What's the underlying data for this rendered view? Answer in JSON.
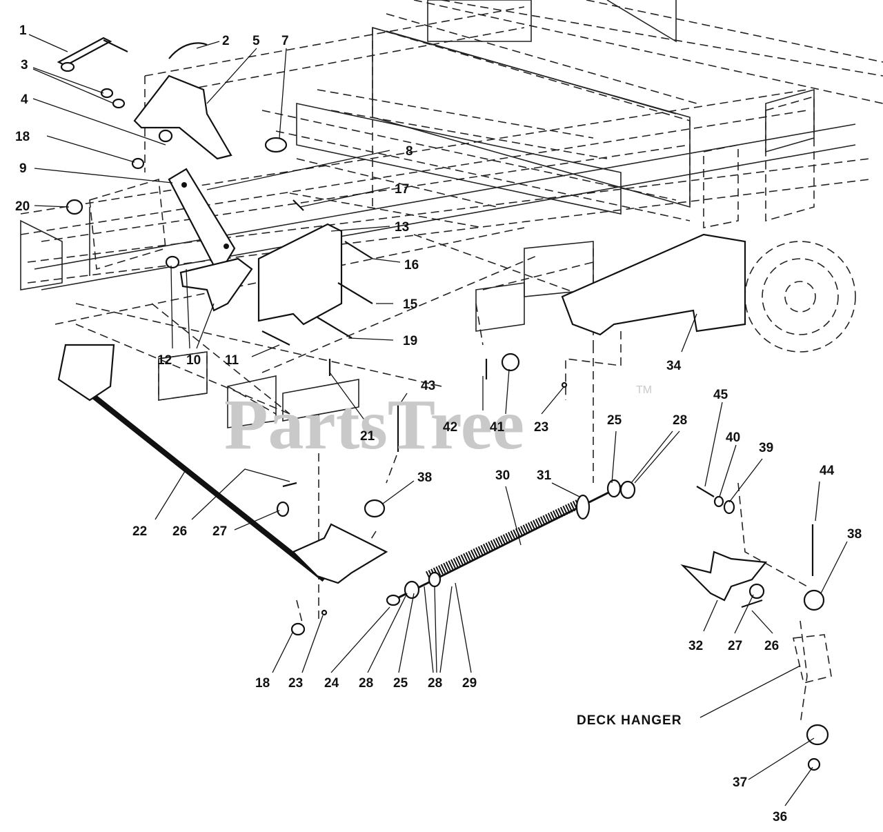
{
  "watermark": {
    "text": "PartsTree",
    "trademark": "TM"
  },
  "caption": "DECK HANGER",
  "callouts": [
    {
      "id": "c1",
      "label": "1"
    },
    {
      "id": "c2",
      "label": "2"
    },
    {
      "id": "c3",
      "label": "3"
    },
    {
      "id": "c4",
      "label": "4"
    },
    {
      "id": "c5",
      "label": "5"
    },
    {
      "id": "c7",
      "label": "7"
    },
    {
      "id": "c8",
      "label": "8"
    },
    {
      "id": "c9",
      "label": "9"
    },
    {
      "id": "c10",
      "label": "10"
    },
    {
      "id": "c11",
      "label": "11"
    },
    {
      "id": "c12",
      "label": "12"
    },
    {
      "id": "c13",
      "label": "13"
    },
    {
      "id": "c15",
      "label": "15"
    },
    {
      "id": "c16",
      "label": "16"
    },
    {
      "id": "c17",
      "label": "17"
    },
    {
      "id": "c18a",
      "label": "18"
    },
    {
      "id": "c18b",
      "label": "18"
    },
    {
      "id": "c19",
      "label": "19"
    },
    {
      "id": "c20",
      "label": "20"
    },
    {
      "id": "c21",
      "label": "21"
    },
    {
      "id": "c22",
      "label": "22"
    },
    {
      "id": "c23a",
      "label": "23"
    },
    {
      "id": "c23b",
      "label": "23"
    },
    {
      "id": "c24",
      "label": "24"
    },
    {
      "id": "c25a",
      "label": "25"
    },
    {
      "id": "c25b",
      "label": "25"
    },
    {
      "id": "c26a",
      "label": "26"
    },
    {
      "id": "c26b",
      "label": "26"
    },
    {
      "id": "c27a",
      "label": "27"
    },
    {
      "id": "c27b",
      "label": "27"
    },
    {
      "id": "c28a",
      "label": "28"
    },
    {
      "id": "c28b",
      "label": "28"
    },
    {
      "id": "c28c",
      "label": "28"
    },
    {
      "id": "c29",
      "label": "29"
    },
    {
      "id": "c30",
      "label": "30"
    },
    {
      "id": "c31",
      "label": "31"
    },
    {
      "id": "c32",
      "label": "32"
    },
    {
      "id": "c34",
      "label": "34"
    },
    {
      "id": "c36",
      "label": "36"
    },
    {
      "id": "c37",
      "label": "37"
    },
    {
      "id": "c38a",
      "label": "38"
    },
    {
      "id": "c38b",
      "label": "38"
    },
    {
      "id": "c39",
      "label": "39"
    },
    {
      "id": "c40",
      "label": "40"
    },
    {
      "id": "c41",
      "label": "41"
    },
    {
      "id": "c42",
      "label": "42"
    },
    {
      "id": "c43",
      "label": "43"
    },
    {
      "id": "c44",
      "label": "44"
    },
    {
      "id": "c45",
      "label": "45"
    }
  ]
}
